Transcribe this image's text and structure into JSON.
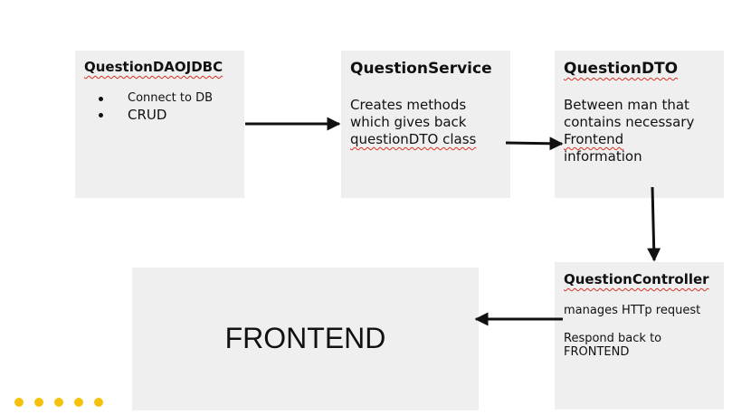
{
  "colors": {
    "box_fill": "#efefef",
    "arrow": "#111111",
    "spellcheck_underline": "#d93025",
    "accent_dots": "#f4c20d"
  },
  "nodes": {
    "dao": {
      "title": "QuestionDAOJDBC",
      "bullets": [
        "Connect to DB",
        "CRUD"
      ]
    },
    "service": {
      "title": "QuestionService",
      "line1": "Creates methods",
      "line2": "which gives back",
      "line3": "questionDTO class"
    },
    "dto": {
      "title": "QuestionDTO",
      "line1": "Between man that",
      "line2": "contains  necessary",
      "line3": "Frontend",
      "line4": "information"
    },
    "controller": {
      "title": "QuestionController",
      "manage": "manages HTTp request",
      "respond": "Respond  back to FRONTEND"
    },
    "frontend": {
      "label": "FRONTEND"
    }
  },
  "edges": [
    {
      "from": "dao",
      "to": "service"
    },
    {
      "from": "service",
      "to": "dto"
    },
    {
      "from": "dto",
      "to": "controller"
    },
    {
      "from": "controller",
      "to": "frontend"
    }
  ],
  "decor": {
    "dot_count": 5
  }
}
